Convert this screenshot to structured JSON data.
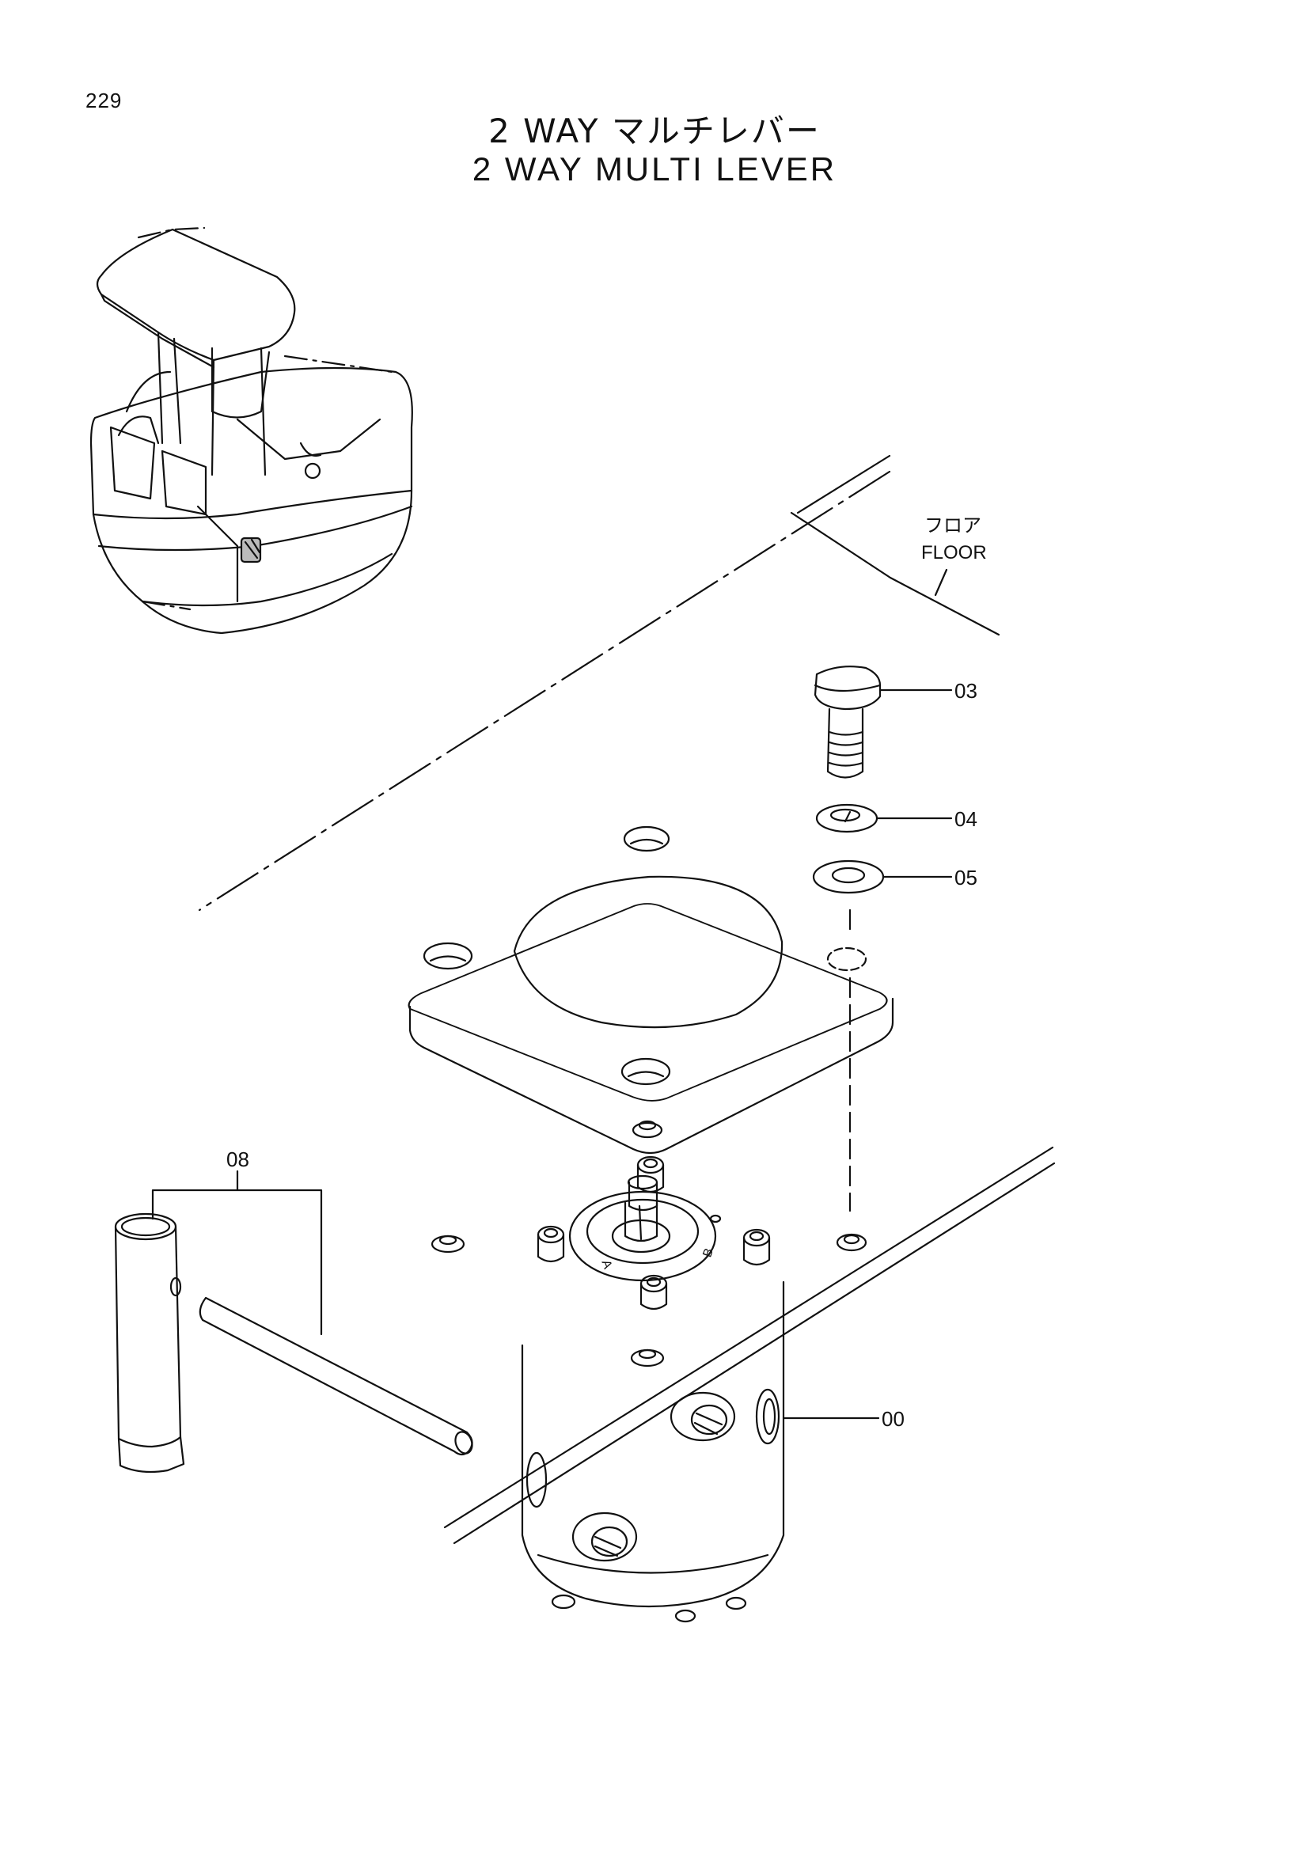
{
  "page_number": "229",
  "title": {
    "japanese": "2 WAY マルチレバー",
    "english": "2 WAY  MULTI  LEVER"
  },
  "floor_label": {
    "japanese": "フロア",
    "english": "FLOOR"
  },
  "callouts": {
    "bolt": "03",
    "lock_washer": "04",
    "washer": "05",
    "lever_valve": "00",
    "lever_handle": "08"
  },
  "port_letters": {
    "a": "A",
    "b": "B"
  }
}
